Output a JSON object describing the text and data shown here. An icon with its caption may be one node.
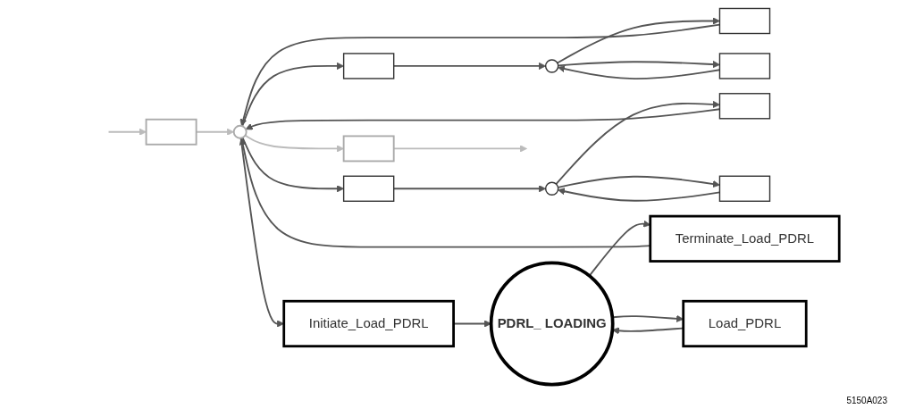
{
  "diagram": {
    "nodes": [
      {
        "text": [],
        "shape": "box"
      },
      {
        "text": [],
        "shape": "circle"
      },
      {
        "text": [],
        "shape": "box"
      },
      {
        "text": [],
        "shape": "box"
      },
      {
        "text": [],
        "shape": "box"
      },
      {
        "text": [],
        "shape": "circle"
      },
      {
        "text": [],
        "shape": "box"
      },
      {
        "text": [],
        "shape": "box"
      },
      {
        "text": [],
        "shape": "box"
      },
      {
        "text": [],
        "shape": "circle"
      },
      {
        "text": [],
        "shape": "box"
      },
      {
        "text": [
          "Initiate_Load_PDRL"
        ]
      },
      {
        "text": [
          "Terminate_Load_PDRL"
        ]
      },
      {
        "text": [
          "PDRL_ LOADING"
        ]
      },
      {
        "text": [
          "Load_PDRL"
        ]
      }
    ],
    "edges": [
      {
        "from": null,
        "to": 0,
        "arrow": "to",
        "color": "#bbbbbb"
      },
      {
        "from": 0,
        "to": 1,
        "arrow": "to",
        "color": "#bbbbbb"
      },
      {
        "from": 1,
        "to": 2,
        "arrow": "to",
        "color": "#bbbbbb"
      },
      {
        "from": 2,
        "to": null,
        "arrow": "to",
        "color": "#bbbbbb"
      },
      {
        "from": 1,
        "to": 3,
        "arrow": "to"
      },
      {
        "from": 4,
        "to": 1,
        "arrow": "to"
      },
      {
        "from": 3,
        "to": 5,
        "arrow": "to"
      },
      {
        "from": 5,
        "to": 4,
        "arrow": "to"
      },
      {
        "from": 5,
        "to": 6,
        "arrow": "to"
      },
      {
        "from": 6,
        "to": 5,
        "arrow": "to"
      },
      {
        "from": 1,
        "to": 7,
        "arrow": "to"
      },
      {
        "from": 8,
        "to": 1,
        "arrow": "to"
      },
      {
        "from": 7,
        "to": 9,
        "arrow": "to"
      },
      {
        "from": 9,
        "to": 8,
        "arrow": "to"
      },
      {
        "from": 9,
        "to": 10,
        "arrow": "to"
      },
      {
        "from": 10,
        "to": 9,
        "arrow": "to"
      },
      {
        "from": 1,
        "to": 11,
        "arrow": "to"
      },
      {
        "from": 12,
        "to": 1,
        "arrow": "to"
      },
      {
        "from": 11,
        "to": 13,
        "arrow": "to"
      },
      {
        "from": 13,
        "to": 12,
        "arrow": "to"
      },
      {
        "from": 13,
        "to": 14,
        "arrow": "to"
      },
      {
        "from": 14,
        "to": 13,
        "arrow": "to"
      }
    ],
    "labels": [
      "5150A023"
    ]
  }
}
